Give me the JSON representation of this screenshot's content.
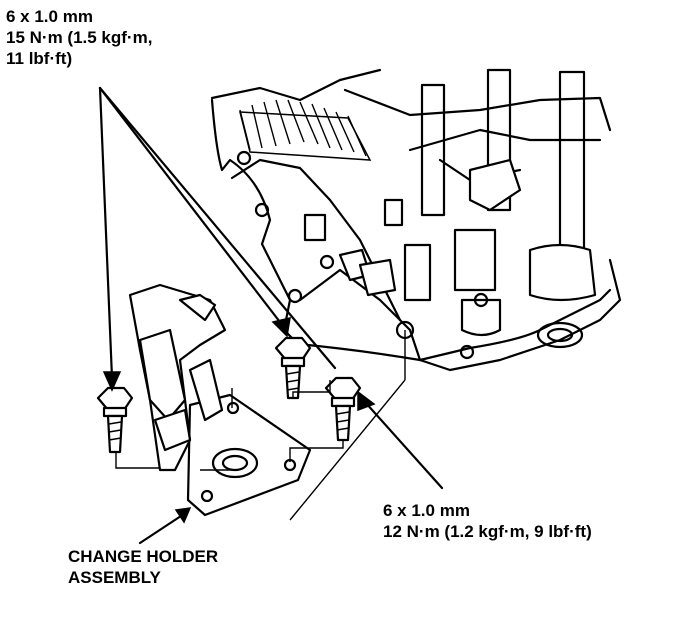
{
  "callouts": {
    "top_left": {
      "line1": "6 x 1.0 mm",
      "line2": "15 N·m (1.5 kgf·m,",
      "line3": "11 lbf·ft)"
    },
    "bottom_right": {
      "line1": "6 x 1.0 mm",
      "line2": "12 N·m (1.2 kgf·m, 9 lbf·ft)"
    },
    "part_label": {
      "line1": "CHANGE HOLDER",
      "line2": "ASSEMBLY"
    }
  },
  "colors": {
    "ink": "#000000",
    "paper": "#ffffff"
  }
}
